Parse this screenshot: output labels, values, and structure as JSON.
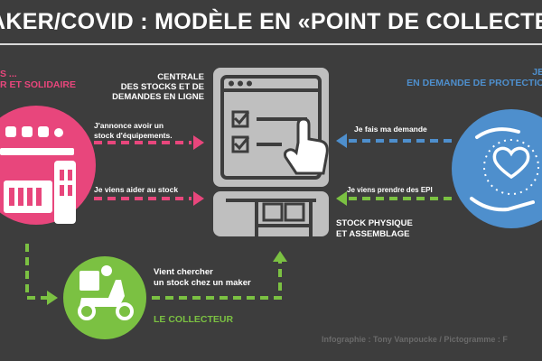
{
  "title": "AKER/COVID : MODÈLE EN «POINT DE COLLECTE»",
  "left_party": {
    "line1": "S ...",
    "line2": "R ET SOLIDAIRE",
    "color": "#e8467c"
  },
  "right_party": {
    "line1": "JE S",
    "line2": "EN DEMANDE DE PROTECTION",
    "color": "#4e8fcd"
  },
  "central": {
    "line1": "CENTRALE",
    "line2": "DES STOCKS ET DE",
    "line3": "DEMANDES EN LIGNE"
  },
  "stock": {
    "line1": "STOCK PHYSIQUE",
    "line2": "ET ASSEMBLAGE"
  },
  "collector": {
    "label": "LE COLLECTEUR",
    "color": "#7bc142"
  },
  "flows": {
    "announce_l1": "J'annonce avoir un",
    "announce_l2": "stock d'équipements.",
    "help_stock": "Je viens aider au stock",
    "request": "Je fais ma demande",
    "pickup_epi": "Je viens prendre des EPI",
    "fetch_l1": "Vient chercher",
    "fetch_l2": "un stock chez un maker"
  },
  "credit": "Infographie : Tony Vanpoucke / Pictogramme : F",
  "icons": [
    "maker-workshop-icon",
    "web-app-checklist-icon",
    "pointer-hand-icon",
    "shelf-boxes-icon",
    "hands-heart-icon",
    "scooter-icon"
  ],
  "colors": {
    "background": "#3d3d3d",
    "panel": "#bfbfbf",
    "pink": "#e8467c",
    "blue": "#4e8fcd",
    "green": "#7bc142",
    "text": "#ffffff"
  }
}
